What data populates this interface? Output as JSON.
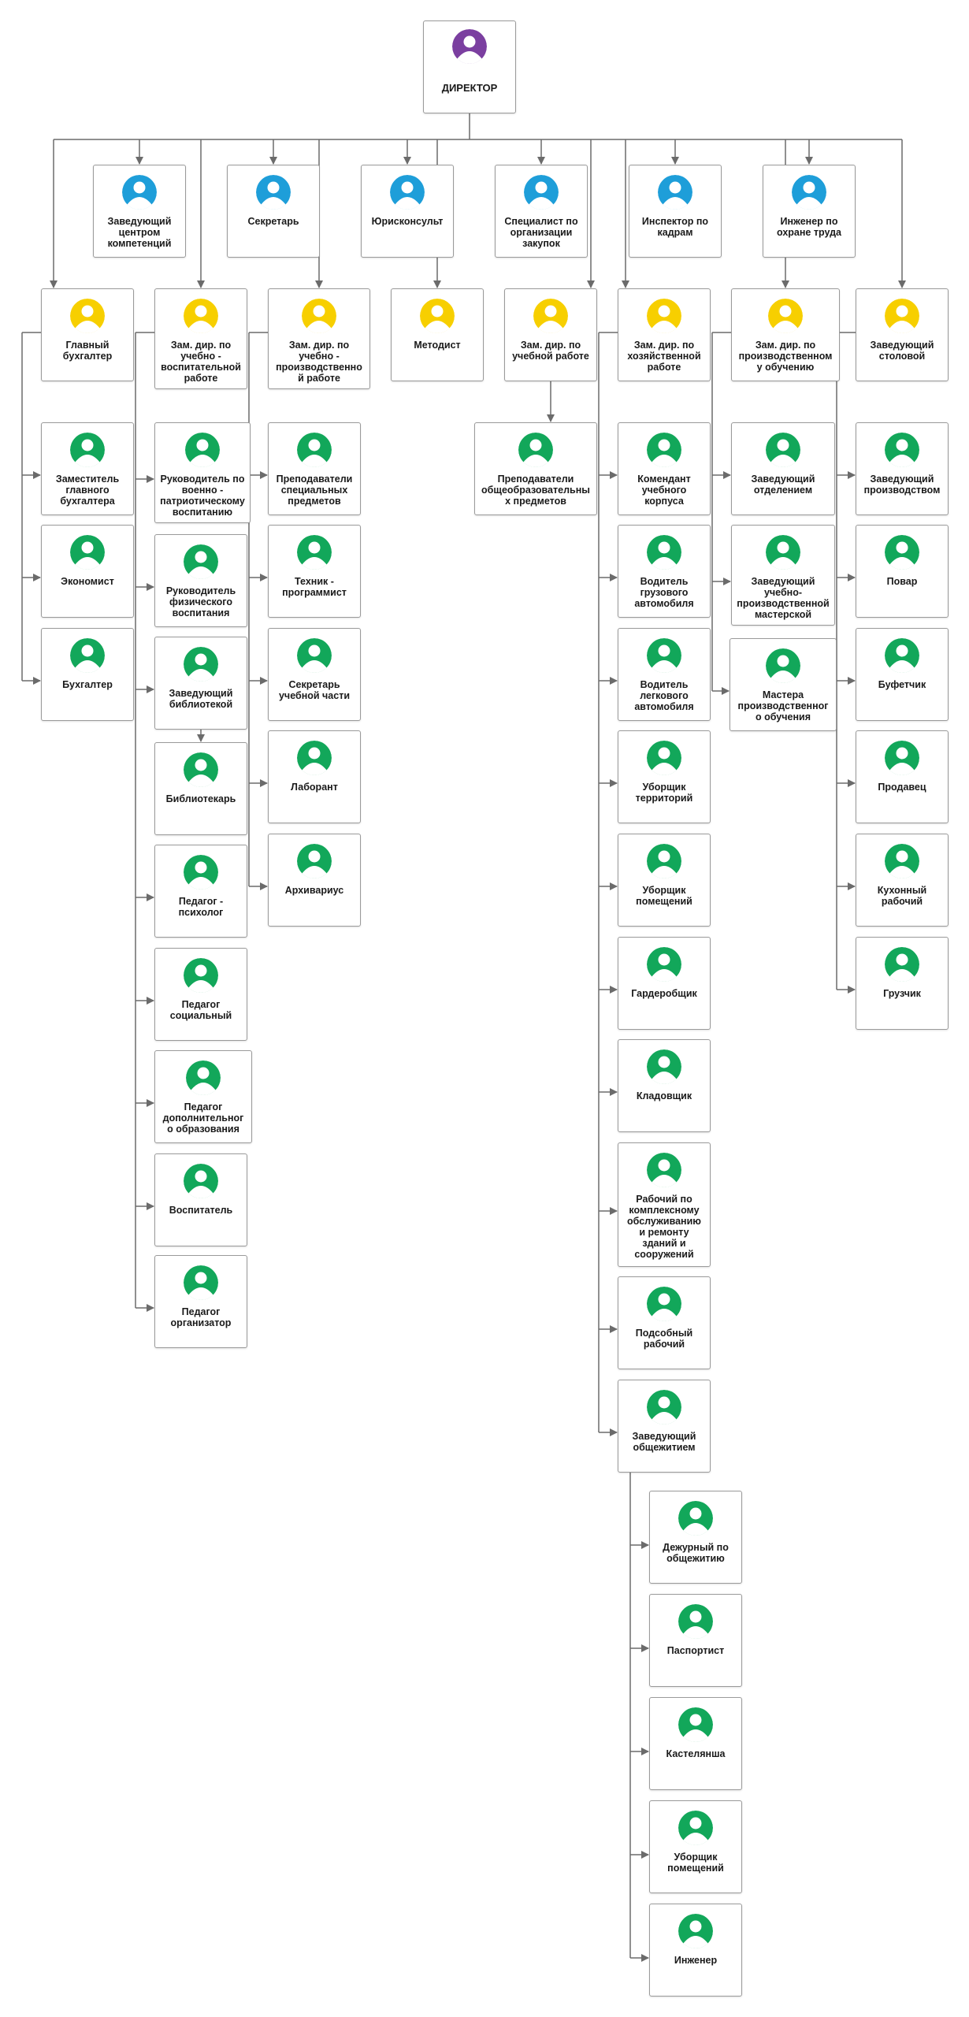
{
  "colors": {
    "director": "#7b3fa0",
    "staff": "#1e9ed9",
    "deputy": "#f7cf00",
    "employee": "#12a75a",
    "line": "#6b6b6b",
    "border": "#9a9a9a"
  },
  "nodes": {
    "director": {
      "label": "ДИРЕКТОР",
      "type": "director"
    },
    "s_competence": {
      "label": "Заведующий центром компетенций",
      "type": "staff"
    },
    "s_secretary": {
      "label": "Секретарь",
      "type": "staff"
    },
    "s_lawyer": {
      "label": "Юрисконсульт",
      "type": "staff"
    },
    "s_procurement": {
      "label": "Специалист по организации закупок",
      "type": "staff"
    },
    "s_hr": {
      "label": "Инспектор по кадрам",
      "type": "staff"
    },
    "s_safety": {
      "label": "Инженер по охране труда",
      "type": "staff"
    },
    "d_accountant": {
      "label": "Главный бухгалтер",
      "type": "deputy"
    },
    "d_education": {
      "label": "Зам. дир. по учебно - воспитательной работе",
      "type": "deputy"
    },
    "d_production": {
      "label": "Зам. дир. по учебно - производственной работе",
      "type": "deputy"
    },
    "d_methodist": {
      "label": "Методист",
      "type": "deputy"
    },
    "d_study": {
      "label": "Зам. дир. по учебной работе",
      "type": "deputy"
    },
    "d_household": {
      "label": "Зам. дир. по хозяйственной работе",
      "type": "deputy"
    },
    "d_training": {
      "label": "Зам. дир. по производственному обучению",
      "type": "deputy"
    },
    "d_canteen": {
      "label": "Заведующий столовой",
      "type": "deputy"
    },
    "a_deputy": {
      "label": "Заместитель главного бухгалтера",
      "type": "employee"
    },
    "a_economist": {
      "label": "Экономист",
      "type": "employee"
    },
    "a_accountant": {
      "label": "Бухгалтер",
      "type": "employee"
    },
    "e_military": {
      "label": "Руководитель по военно - патриотическому воспитанию",
      "type": "employee"
    },
    "e_physical": {
      "label": "Руководитель физического воспитания",
      "type": "employee"
    },
    "e_library_head": {
      "label": "Заведующий библиотекой",
      "type": "employee"
    },
    "e_librarian": {
      "label": "Библиотекарь",
      "type": "employee"
    },
    "e_psychologist": {
      "label": "Педагог - психолог",
      "type": "employee"
    },
    "e_social": {
      "label": "Педагог социальный",
      "type": "employee"
    },
    "e_additional": {
      "label": "Педагог дополнительного образования",
      "type": "employee"
    },
    "e_tutor": {
      "label": "Воспитатель",
      "type": "employee"
    },
    "e_organizer": {
      "label": "Педагог организатор",
      "type": "employee"
    },
    "p_teachers": {
      "label": "Преподаватели специальных предметов",
      "type": "employee"
    },
    "p_technician": {
      "label": "Техник - программист",
      "type": "employee"
    },
    "p_secretary": {
      "label": "Секретарь учебной части",
      "type": "employee"
    },
    "p_lab": {
      "label": "Лаборант",
      "type": "employee"
    },
    "p_archivist": {
      "label": "Архивариус",
      "type": "employee"
    },
    "st_teachers": {
      "label": "Преподаватели общеобразовательных предметов",
      "type": "employee"
    },
    "h_commandant": {
      "label": "Комендант учебного корпуса",
      "type": "employee"
    },
    "h_truck": {
      "label": "Водитель грузового автомобиля",
      "type": "employee"
    },
    "h_car": {
      "label": "Водитель легкового автомобиля",
      "type": "employee"
    },
    "h_territory": {
      "label": "Уборщик территорий",
      "type": "employee"
    },
    "h_rooms": {
      "label": "Уборщик помещений",
      "type": "employee"
    },
    "h_cloakroom": {
      "label": "Гардеробщик",
      "type": "employee"
    },
    "h_storekeeper": {
      "label": "Кладовщик",
      "type": "employee"
    },
    "h_maintenance": {
      "label": "Рабочий по комплексному обслуживанию и ремонту зданий и сооружений",
      "type": "employee"
    },
    "h_helper": {
      "label": "Подсобный рабочий",
      "type": "employee"
    },
    "h_dorm_head": {
      "label": "Заведующий общежитием",
      "type": "employee"
    },
    "dm_duty": {
      "label": "Дежурный по общежитию",
      "type": "employee"
    },
    "dm_passport": {
      "label": "Паспортист",
      "type": "employee"
    },
    "dm_linen": {
      "label": "Кастелянша",
      "type": "employee"
    },
    "dm_cleaner": {
      "label": "Уборщик помещений",
      "type": "employee"
    },
    "dm_engineer": {
      "label": "Инженер",
      "type": "employee"
    },
    "t_department": {
      "label": "Заведующий отделением",
      "type": "employee"
    },
    "t_workshop": {
      "label": "Заведующий учебно-производственной мастерской",
      "type": "employee"
    },
    "t_masters": {
      "label": "Мастера производственного обучения",
      "type": "employee"
    },
    "c_production": {
      "label": "Заведующий производством",
      "type": "employee"
    },
    "c_cook": {
      "label": "Повар",
      "type": "employee"
    },
    "c_buffet": {
      "label": "Буфетчик",
      "type": "employee"
    },
    "c_seller": {
      "label": "Продавец",
      "type": "employee"
    },
    "c_kitchen": {
      "label": "Кухонный рабочий",
      "type": "employee"
    },
    "c_loader": {
      "label": "Грузчик",
      "type": "employee"
    }
  },
  "edges": [
    [
      "director",
      "s_competence"
    ],
    [
      "director",
      "s_secretary"
    ],
    [
      "director",
      "s_lawyer"
    ],
    [
      "director",
      "s_procurement"
    ],
    [
      "director",
      "s_hr"
    ],
    [
      "director",
      "s_safety"
    ],
    [
      "director",
      "d_accountant"
    ],
    [
      "director",
      "d_education"
    ],
    [
      "director",
      "d_production"
    ],
    [
      "director",
      "d_methodist"
    ],
    [
      "director",
      "d_study"
    ],
    [
      "director",
      "d_household"
    ],
    [
      "director",
      "d_training"
    ],
    [
      "director",
      "d_canteen"
    ],
    [
      "d_accountant",
      "a_deputy"
    ],
    [
      "d_accountant",
      "a_economist"
    ],
    [
      "d_accountant",
      "a_accountant"
    ],
    [
      "d_education",
      "e_military"
    ],
    [
      "d_education",
      "e_physical"
    ],
    [
      "d_education",
      "e_library_head"
    ],
    [
      "e_library_head",
      "e_librarian"
    ],
    [
      "d_education",
      "e_psychologist"
    ],
    [
      "d_education",
      "e_social"
    ],
    [
      "d_education",
      "e_additional"
    ],
    [
      "d_education",
      "e_tutor"
    ],
    [
      "d_education",
      "e_organizer"
    ],
    [
      "d_production",
      "p_teachers"
    ],
    [
      "d_production",
      "p_technician"
    ],
    [
      "d_production",
      "p_secretary"
    ],
    [
      "d_production",
      "p_lab"
    ],
    [
      "d_production",
      "p_archivist"
    ],
    [
      "d_study",
      "st_teachers"
    ],
    [
      "d_household",
      "h_commandant"
    ],
    [
      "d_household",
      "h_truck"
    ],
    [
      "d_household",
      "h_car"
    ],
    [
      "d_household",
      "h_territory"
    ],
    [
      "d_household",
      "h_rooms"
    ],
    [
      "d_household",
      "h_cloakroom"
    ],
    [
      "d_household",
      "h_storekeeper"
    ],
    [
      "d_household",
      "h_maintenance"
    ],
    [
      "d_household",
      "h_helper"
    ],
    [
      "d_household",
      "h_dorm_head"
    ],
    [
      "h_dorm_head",
      "dm_duty"
    ],
    [
      "h_dorm_head",
      "dm_passport"
    ],
    [
      "h_dorm_head",
      "dm_linen"
    ],
    [
      "h_dorm_head",
      "dm_cleaner"
    ],
    [
      "h_dorm_head",
      "dm_engineer"
    ],
    [
      "d_training",
      "t_department"
    ],
    [
      "d_training",
      "t_workshop"
    ],
    [
      "d_training",
      "t_masters"
    ],
    [
      "d_canteen",
      "c_production"
    ],
    [
      "d_canteen",
      "c_cook"
    ],
    [
      "d_canteen",
      "c_buffet"
    ],
    [
      "d_canteen",
      "c_seller"
    ],
    [
      "d_canteen",
      "c_kitchen"
    ],
    [
      "d_canteen",
      "c_loader"
    ]
  ]
}
